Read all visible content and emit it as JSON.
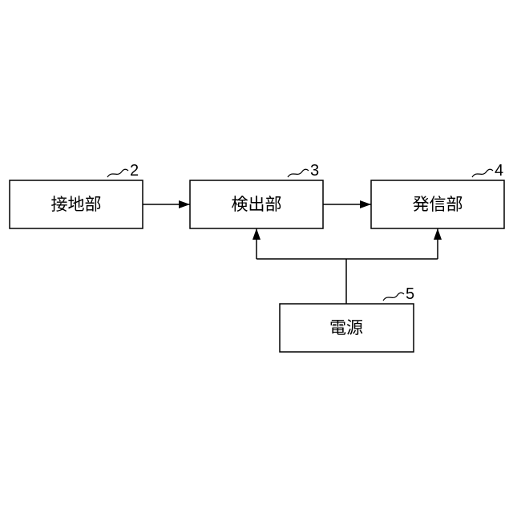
{
  "blocks": [
    {
      "id": "grounding",
      "label": "接地部",
      "ref": "2"
    },
    {
      "id": "detection",
      "label": "検出部",
      "ref": "3"
    },
    {
      "id": "transmitter",
      "label": "発信部",
      "ref": "4"
    },
    {
      "id": "power",
      "label": "電源",
      "ref": "5"
    }
  ],
  "connections": [
    {
      "from": "grounding",
      "to": "detection"
    },
    {
      "from": "detection",
      "to": "transmitter"
    },
    {
      "from": "power",
      "to": "detection"
    },
    {
      "from": "power",
      "to": "transmitter"
    }
  ],
  "colors": {
    "stroke": "#000000",
    "background": "#ffffff"
  }
}
